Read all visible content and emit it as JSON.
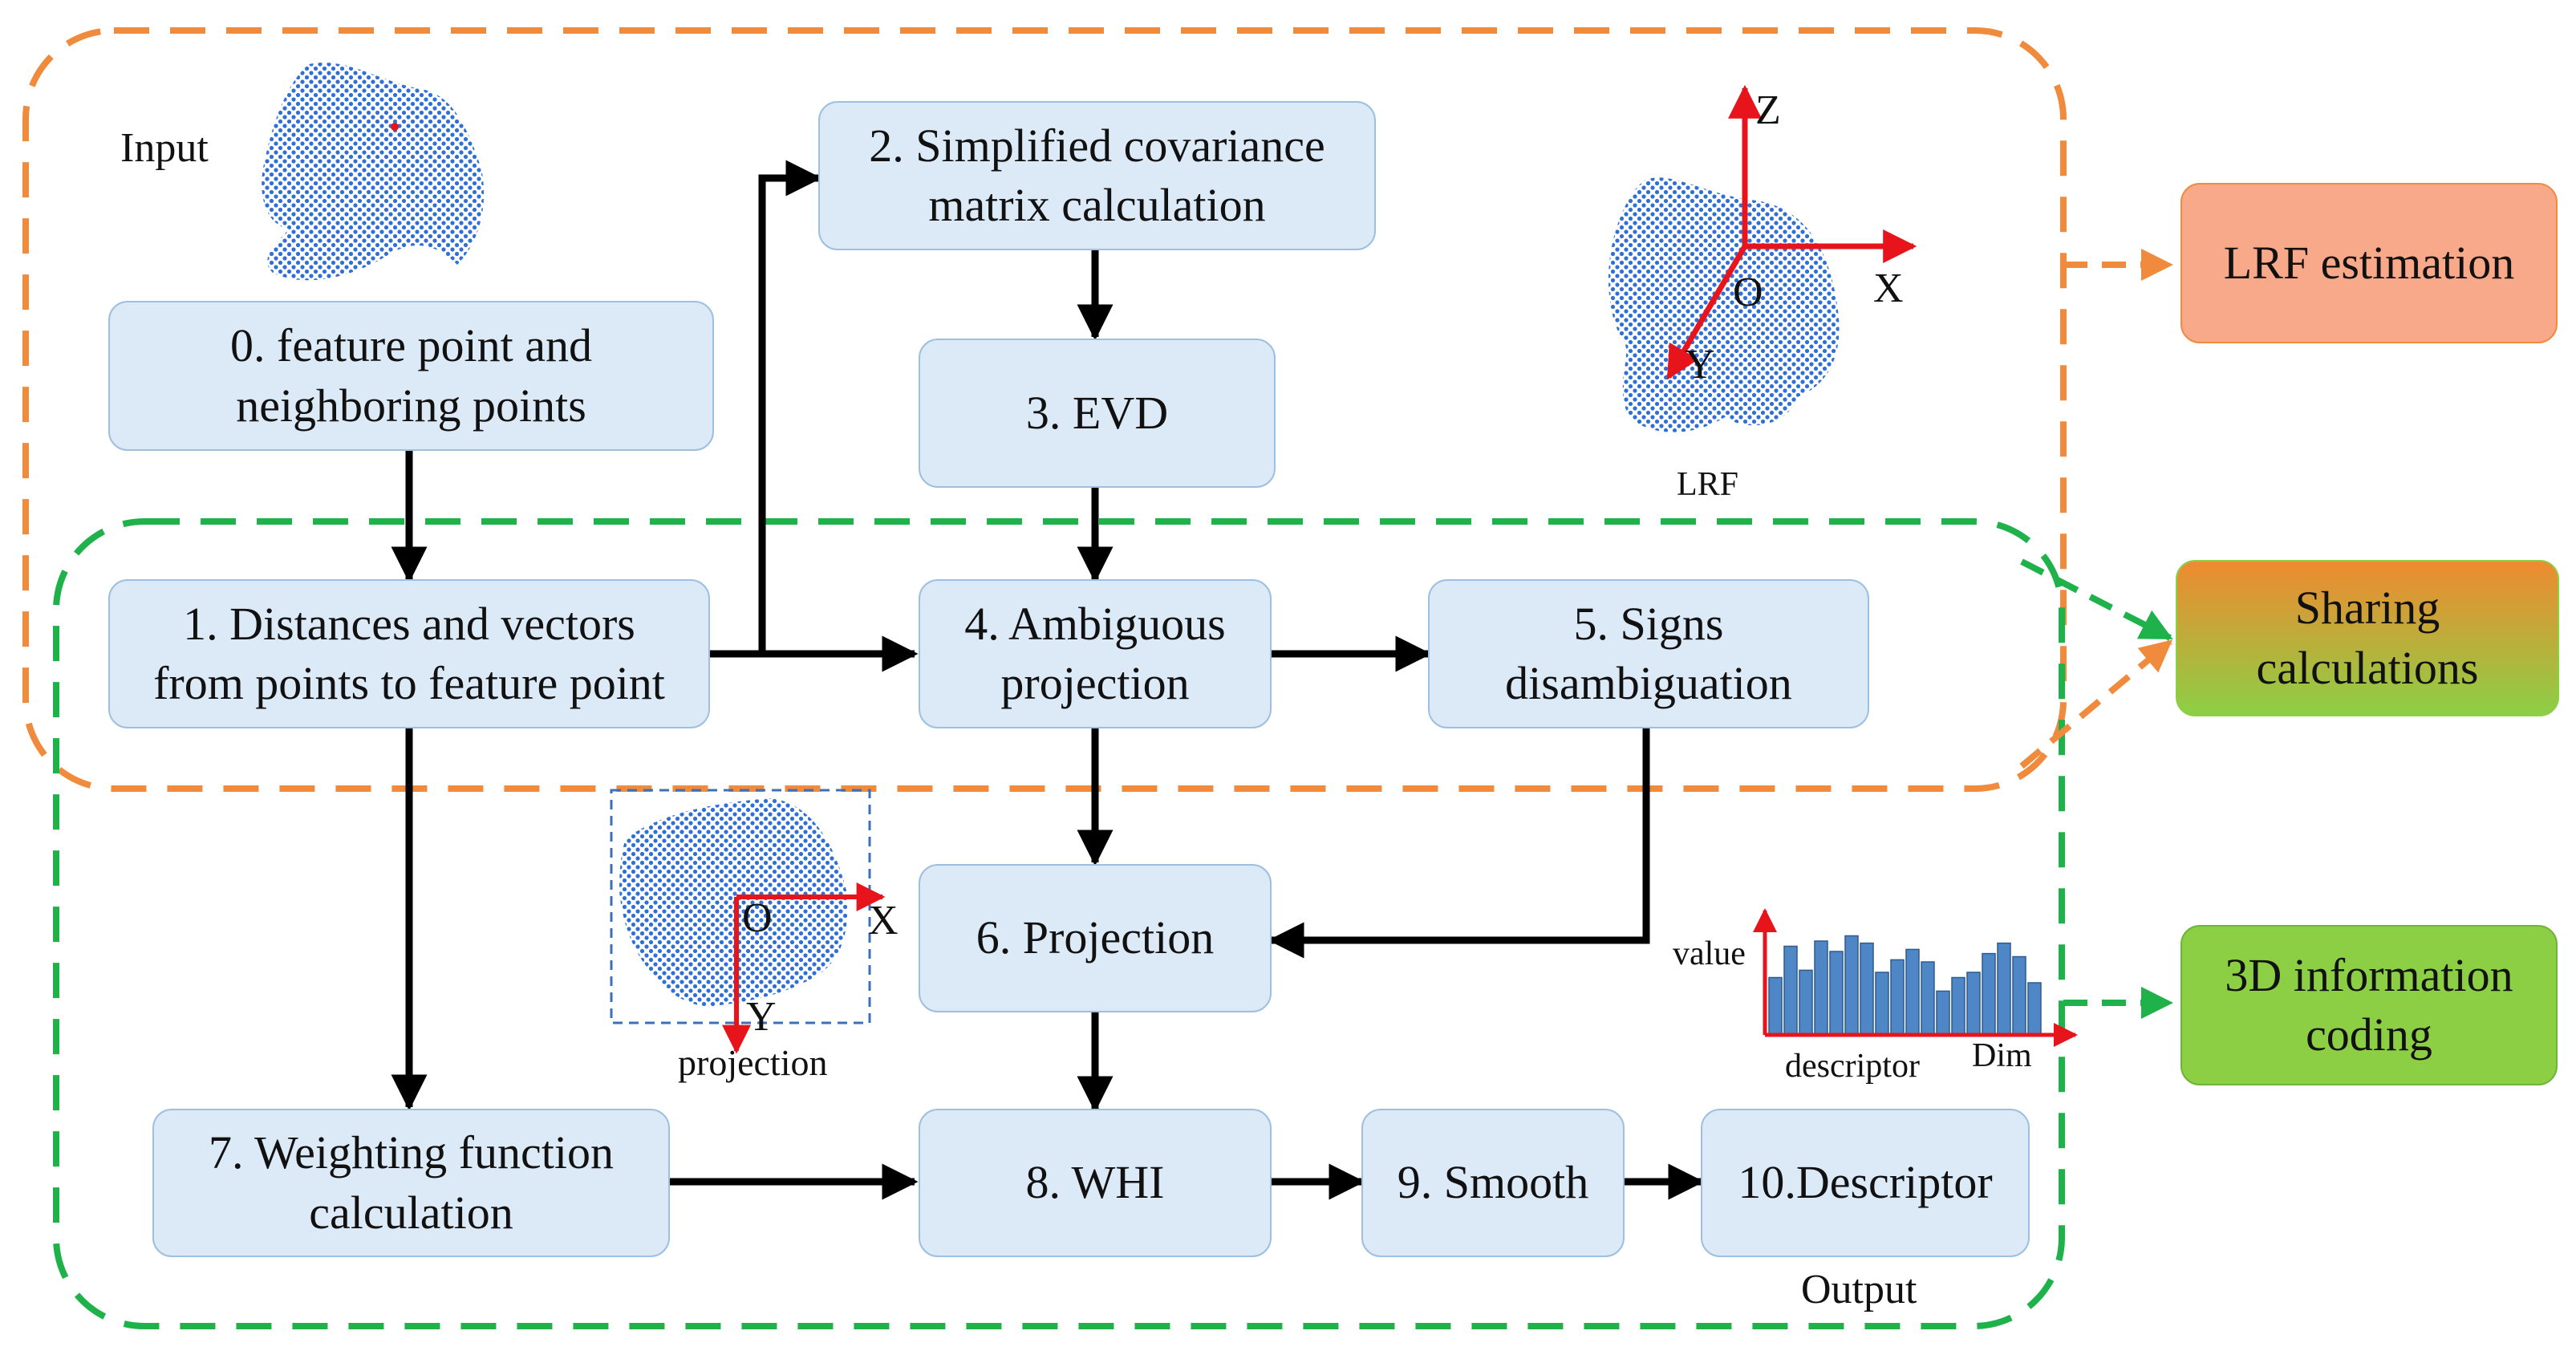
{
  "colors": {
    "box_fill": "#dce9f6",
    "box_border": "#9dbfe0",
    "lrf_group": "#f08a3c",
    "sharing_group": "#1fb14a",
    "axis_red": "#e8141c",
    "point_cloud": "#2f6fd8",
    "lrf_box": "#f7a98a",
    "sharing_top": "#ef8a30",
    "sharing_bottom": "#8ccf45",
    "coding_box": "#8ccf45",
    "histogram_bar": "#4f86c6"
  },
  "steps": {
    "s0": "0. feature point and\nneighboring points",
    "s1": "1. Distances and vectors\nfrom points to feature point",
    "s2": "2. Simplified covariance\nmatrix calculation",
    "s3": "3. EVD",
    "s4": "4. Ambiguous\nprojection",
    "s5": "5. Signs\ndisambiguation",
    "s6": "6. Projection",
    "s7": "7. Weighting function\ncalculation",
    "s8": "8. WHI",
    "s9": "9. Smooth",
    "s10": "10.Descriptor"
  },
  "labels": {
    "input": "Input",
    "output": "Output",
    "lrf": "LRF",
    "projection": "projection",
    "axis_z": "Z",
    "axis_x": "X",
    "axis_y": "Y",
    "origin": "O",
    "proj_origin": "O",
    "proj_x": "X",
    "proj_y": "Y",
    "hist_value": "value",
    "hist_descriptor": "descriptor",
    "hist_dim": "Dim"
  },
  "side_boxes": {
    "lrf_estimation": "LRF estimation",
    "sharing": "Sharing\ncalculations",
    "coding": "3D information\ncoding"
  },
  "histogram_values": [
    0.55,
    0.85,
    0.62,
    0.9,
    0.8,
    0.95,
    0.88,
    0.6,
    0.72,
    0.82,
    0.7,
    0.42,
    0.55,
    0.6,
    0.78,
    0.88,
    0.75,
    0.5
  ],
  "icons": [
    "point-cloud-icon",
    "arrow-icon"
  ]
}
